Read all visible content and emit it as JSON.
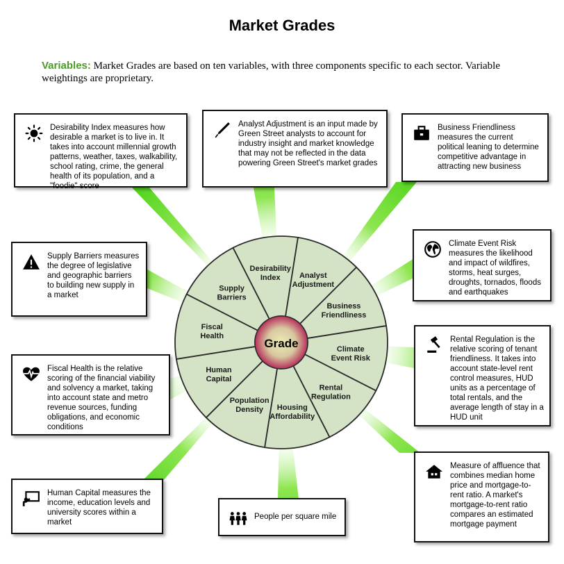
{
  "title": "Market Grades",
  "intro": {
    "label": "Variables:",
    "text": "Market Grades are based on ten variables, with three components specific to each sector. Variable weightings are proprietary."
  },
  "center_label": "Grade",
  "segments": [
    {
      "line1": "Analyst",
      "line2": "Adjustment"
    },
    {
      "line1": "Business",
      "line2": "Friendliness"
    },
    {
      "line1": "Climate",
      "line2": "Event Risk"
    },
    {
      "line1": "Rental",
      "line2": "Regulation"
    },
    {
      "line1": "Housing",
      "line2": "Affordability"
    },
    {
      "line1": "Population",
      "line2": "Density"
    },
    {
      "line1": "Human",
      "line2": "Capital"
    },
    {
      "line1": "Fiscal",
      "line2": "Health"
    },
    {
      "line1": "Supply",
      "line2": "Barriers"
    },
    {
      "line1": "Desirability",
      "line2": "Index"
    }
  ],
  "boxes": {
    "desirability": {
      "icon": "sun-icon",
      "text": "Desirability Index measures how desirable a market is to live in. It takes into account millennial growth patterns, weather, taxes, walkability, school rating, crime, the general health of its population, and a \"foodie\" score"
    },
    "analyst": {
      "icon": "pen-icon",
      "text": "Analyst Adjustment is an input made by Green Street analysts to account for industry insight and market knowledge that may not be reflected in the data powering Green Street's market grades"
    },
    "business": {
      "icon": "briefcase-icon",
      "text": "Business Friendliness measures the current political leaning to determine competitive advantage in attracting new business"
    },
    "climate": {
      "icon": "globe-icon",
      "text": "Climate Event Risk measures the likelihood and impact of wildfires, storms, heat surges, droughts, tornados, floods and earthquakes"
    },
    "supply": {
      "icon": "warning-icon",
      "text": "Supply Barriers measures the degree of legislative and geographic barriers to building new supply in a market"
    },
    "rental": {
      "icon": "gavel-icon",
      "text": "Rental Regulation is the relative scoring of tenant friendliness. It takes into account state-level rent control measures, HUD units as a percentage of total rentals, and the average length of stay in a HUD unit"
    },
    "fiscal": {
      "icon": "heart-pulse-icon",
      "text": "Fiscal Health is the relative scoring of the financial viability and solvency a market, taking into account state and metro revenue sources, funding obligations, and economic conditions"
    },
    "housing": {
      "icon": "house-icon",
      "text": "Measure of affluence that combines median home price and mortgage-to-rent ratio.  A market's mortgage-to-rent ratio compares an estimated mortgage payment"
    },
    "human": {
      "icon": "teacher-icon",
      "text": "Human Capital measures the income, education levels and university scores within a market"
    },
    "population": {
      "icon": "people-icon",
      "text": "People per square mile"
    }
  },
  "colors": {
    "segment_fill": "#d4e2c6",
    "segment_stroke": "#2b2b2b",
    "ray": "#55d520",
    "intro_label": "#4c9a2a"
  }
}
